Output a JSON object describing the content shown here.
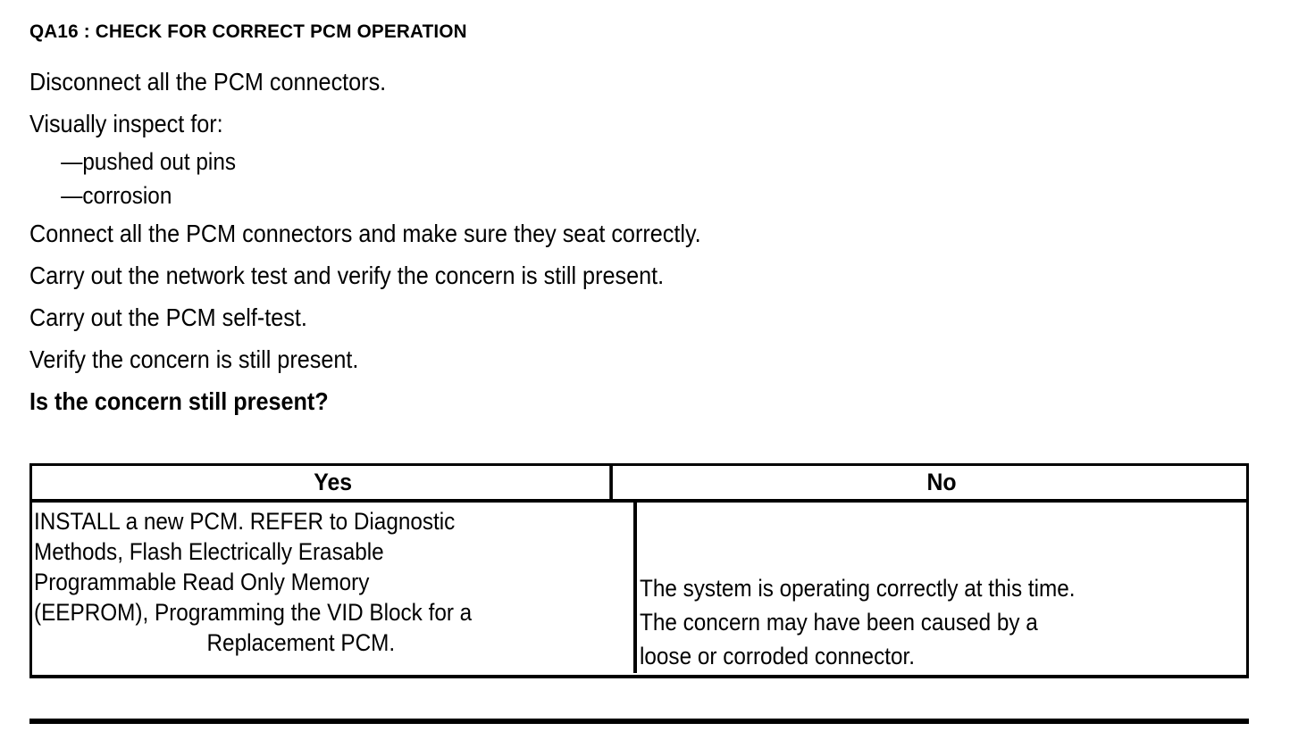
{
  "heading": "QA16 : CHECK FOR CORRECT PCM OPERATION",
  "steps": [
    {
      "text": "Disconnect all the PCM connectors.",
      "bold": false
    },
    {
      "text": "Visually inspect for:",
      "bold": false
    }
  ],
  "sub_items": [
    "—pushed out pins",
    "—corrosion"
  ],
  "steps_after": [
    {
      "text": "Connect all the PCM connectors and make sure they seat correctly.",
      "bold": false
    },
    {
      "text": "Carry out the network test and verify the concern is still present.",
      "bold": false
    },
    {
      "text": "Carry out the PCM self-test.",
      "bold": false
    },
    {
      "text": "Verify the concern is still present.",
      "bold": false
    },
    {
      "text": "Is the concern still present?",
      "bold": true
    }
  ],
  "table": {
    "headers": [
      "Yes",
      "No"
    ],
    "yes_cell": {
      "lines": [
        "INSTALL a new PCM. REFER to Diagnostic",
        "Methods, Flash Electrically Erasable",
        "Programmable Read Only Memory",
        "(EEPROM), Programming the VID Block for a",
        "Replacement PCM."
      ],
      "full_text": "INSTALL a new PCM. REFER to Diagnostic Methods, Flash Electrically Erasable Programmable Read Only Memory (EEPROM), Programming the VID Block for a Replacement PCM."
    },
    "no_cell": {
      "lines": [
        "The system is operating correctly at this time.",
        "The concern may have been caused by a",
        "loose or corroded connector."
      ],
      "full_text": "The system is operating correctly at this time. The concern may have been caused by a loose or corroded connector."
    }
  },
  "colors": {
    "text": "#000000",
    "background": "#ffffff",
    "rule": "#000000"
  }
}
